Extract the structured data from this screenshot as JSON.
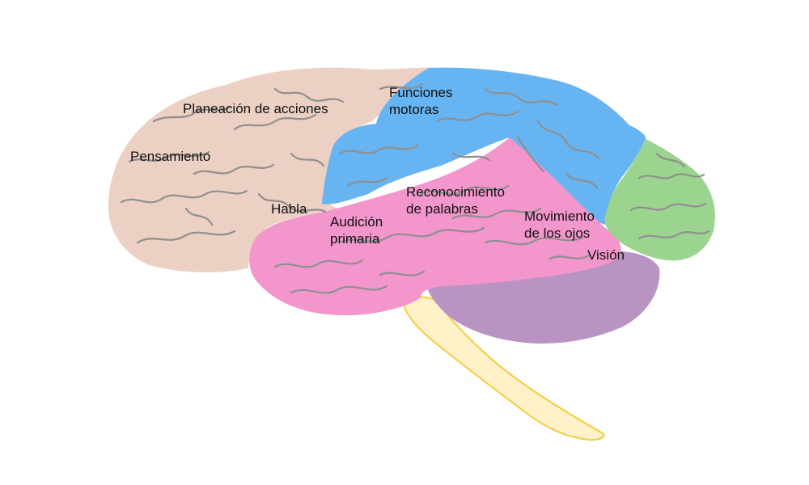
{
  "diagram": {
    "regions": [
      {
        "id": "frontal",
        "color": "#ecd0c3"
      },
      {
        "id": "motor",
        "color": "#66b4f2"
      },
      {
        "id": "temporal",
        "color": "#f296cc"
      },
      {
        "id": "occipital",
        "color": "#9bd48e"
      },
      {
        "id": "cerebellum",
        "color": "#b994c3"
      },
      {
        "id": "brainstem",
        "color": "#fff1c8",
        "outline": "#f2cc3a"
      }
    ],
    "labels": {
      "planeacion": "Planeación de acciones",
      "pensamiento": "Pensamiento",
      "habla": "Habla",
      "funciones_line1": "Funciones",
      "funciones_line2": "motoras",
      "reconocimiento_line1": "Reconocimiento",
      "reconocimiento_line2": "de palabras",
      "audicion_line1": "Audición",
      "audicion_line2": "primaria",
      "movimiento_line1": "Movimiento",
      "movimiento_line2": "de los ojos",
      "vision": "Visión"
    }
  }
}
